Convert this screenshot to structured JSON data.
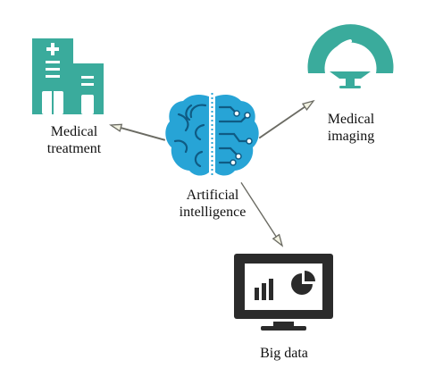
{
  "colors": {
    "teal": "#3aab9c",
    "brain_blue": "#27a4d6",
    "brain_dark": "#0f5b84",
    "dark": "#2b2b2b",
    "arrow_fill": "#f2f2e2",
    "arrow_stroke": "#6b6b63"
  },
  "nodes": {
    "center": {
      "icon": "brain-circuit-icon",
      "line1": "Artificial",
      "line2": "intelligence"
    },
    "treatment": {
      "icon": "hospital-icon",
      "line1": "Medical",
      "line2": "treatment"
    },
    "imaging": {
      "icon": "imaging-lamp-icon",
      "line1": "Medical",
      "line2": "imaging"
    },
    "bigdata": {
      "icon": "monitor-chart-icon",
      "line1": "Big data"
    }
  }
}
